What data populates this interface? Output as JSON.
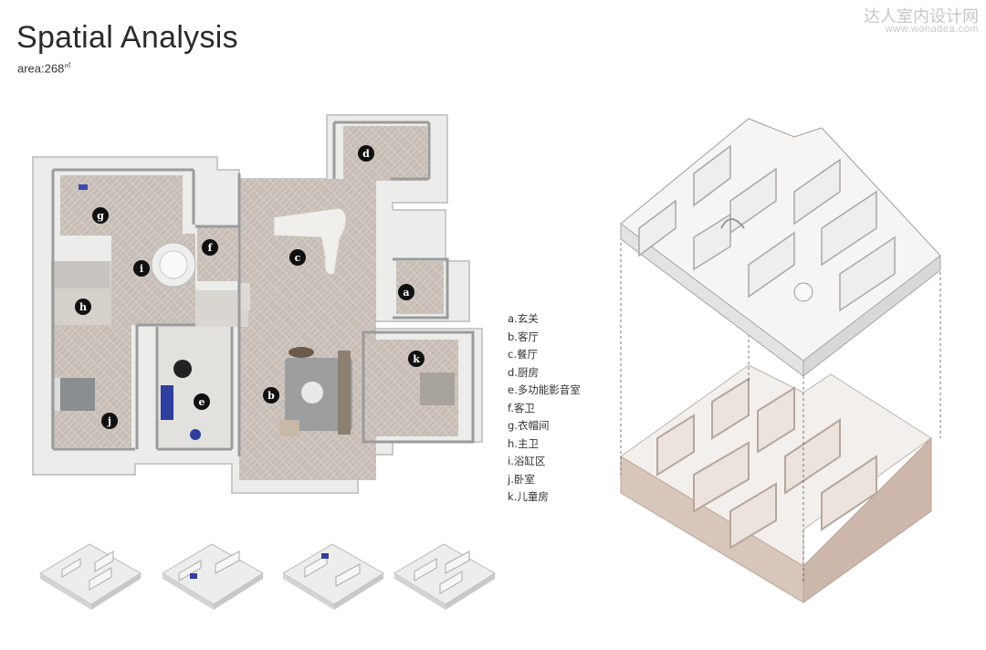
{
  "header": {
    "title": "Spatial Analysis",
    "area_label": "area:268",
    "area_unit": "㎡"
  },
  "watermark": {
    "line1": "达人室内设计网",
    "line2": "www.wonadea.com"
  },
  "plan_labels": [
    {
      "id": "a"
    },
    {
      "id": "b"
    },
    {
      "id": "c"
    },
    {
      "id": "d"
    },
    {
      "id": "e"
    },
    {
      "id": "f"
    },
    {
      "id": "g"
    },
    {
      "id": "h"
    },
    {
      "id": "i"
    },
    {
      "id": "j"
    },
    {
      "id": "k"
    }
  ],
  "legend": [
    "a.玄关",
    "b.客厅",
    "c.餐厅",
    "d.厨房",
    "e.多功能影音室",
    "f.客卫",
    "g.衣帽间",
    "h.主卫",
    "i.浴缸区",
    "j.卧室",
    "k.儿童房"
  ],
  "colors": {
    "floor": "#cdc4bd",
    "wall": "#f4f4f2",
    "outline": "#8f8f8f",
    "marker": "#111111",
    "iso_top": "#f6f5f3",
    "iso_side": "#d9c7bc",
    "accent_blue": "#2f3fa0"
  }
}
